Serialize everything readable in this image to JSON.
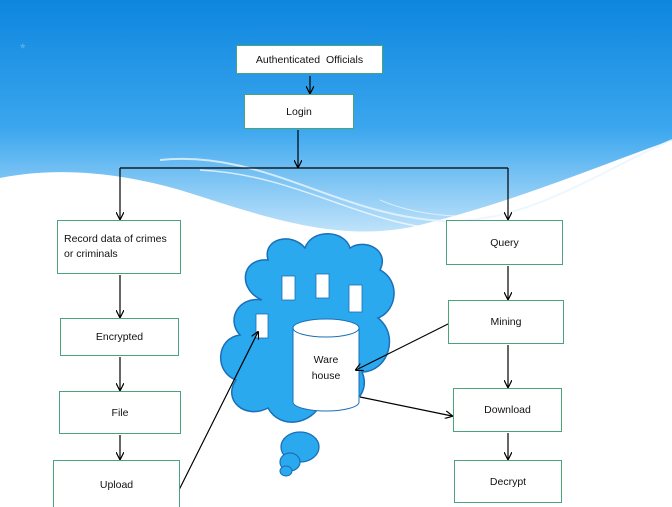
{
  "slide": {
    "bullet": "*",
    "colors": {
      "sky_top": "#1a8fe3",
      "sky_bottom": "#c8e6fb",
      "wave": "#ffffff",
      "box_border": "#4aa37a",
      "cloud_fill": "#29a8ec",
      "cloud_stroke": "#1a6fb8"
    }
  },
  "nodes": {
    "authenticated_officials": "Authenticated  Officials",
    "login": "Login",
    "record_data": {
      "line1": "Record data of crimes",
      "line2": "or criminals"
    },
    "encrypted": "Encrypted",
    "file": "File",
    "upload": "Upload",
    "query": "Query",
    "mining": "Mining",
    "download": "Download",
    "decrypt": "Decrypt",
    "warehouse": {
      "line1": "Ware",
      "line2": "house"
    }
  }
}
